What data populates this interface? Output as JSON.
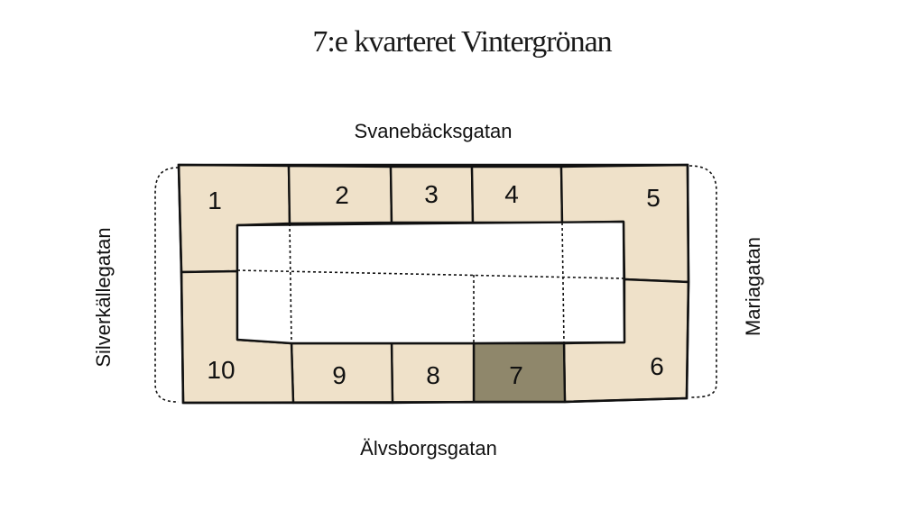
{
  "title": "7:e kvarteret Vintergrönan",
  "streets": {
    "north": "Svanebäcksgatan",
    "south": "Älvsborgsgatan",
    "west": "Silverkällegatan",
    "east": "Mariagatan"
  },
  "plots": [
    {
      "id": "1",
      "label": "1",
      "highlighted": false
    },
    {
      "id": "2",
      "label": "2",
      "highlighted": false
    },
    {
      "id": "3",
      "label": "3",
      "highlighted": false
    },
    {
      "id": "4",
      "label": "4",
      "highlighted": false
    },
    {
      "id": "5",
      "label": "5",
      "highlighted": false
    },
    {
      "id": "6",
      "label": "6",
      "highlighted": false
    },
    {
      "id": "7",
      "label": "7",
      "highlighted": true
    },
    {
      "id": "8",
      "label": "8",
      "highlighted": false
    },
    {
      "id": "9",
      "label": "9",
      "highlighted": false
    },
    {
      "id": "10",
      "label": "10",
      "highlighted": false
    }
  ],
  "colors": {
    "plot_fill": "#efe1c9",
    "highlight_fill": "#8f876b",
    "courtyard": "#ffffff",
    "stroke": "#111111"
  }
}
